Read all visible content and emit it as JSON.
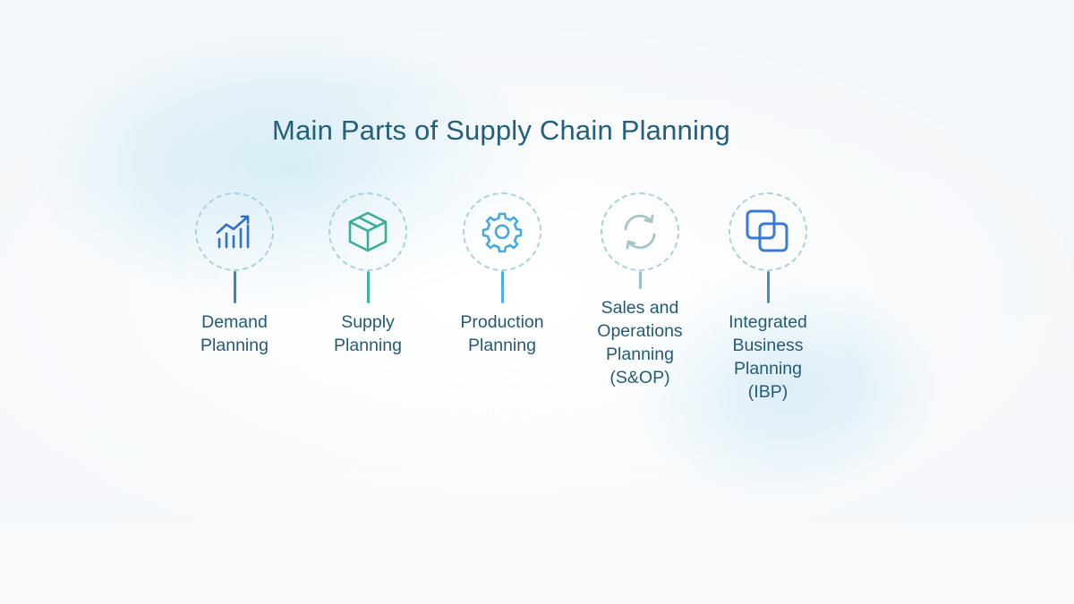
{
  "title": "Main Parts of Supply Chain Planning",
  "items": [
    {
      "label": "Demand\nPlanning",
      "icon": "trend-chart-icon",
      "icon_color": "#2f6fd0",
      "stem_color": "#3f7fd2"
    },
    {
      "label": "Supply\nPlanning",
      "icon": "box-icon",
      "icon_color": "#3bab9a",
      "stem_color": "#3fb3a0"
    },
    {
      "label": "Production\nPlanning",
      "icon": "gear-icon",
      "icon_color": "#45a9e0",
      "stem_color": "#4bb0e3"
    },
    {
      "label": "Sales and\nOperations\nPlanning\n(S&OP)",
      "icon": "cycle-arrows-icon",
      "icon_color": "#a6c5c8",
      "stem_color": "#9fc0c4"
    },
    {
      "label": "Integrated\nBusiness\nPlanning\n(IBP)",
      "icon": "overlapping-squares-icon",
      "icon_color": "#3b7ad2",
      "stem_color": "#4a86d8"
    }
  ],
  "colors": {
    "title": "#235f7a",
    "label": "#245b73",
    "circle_dash": "#a9d3dc"
  }
}
